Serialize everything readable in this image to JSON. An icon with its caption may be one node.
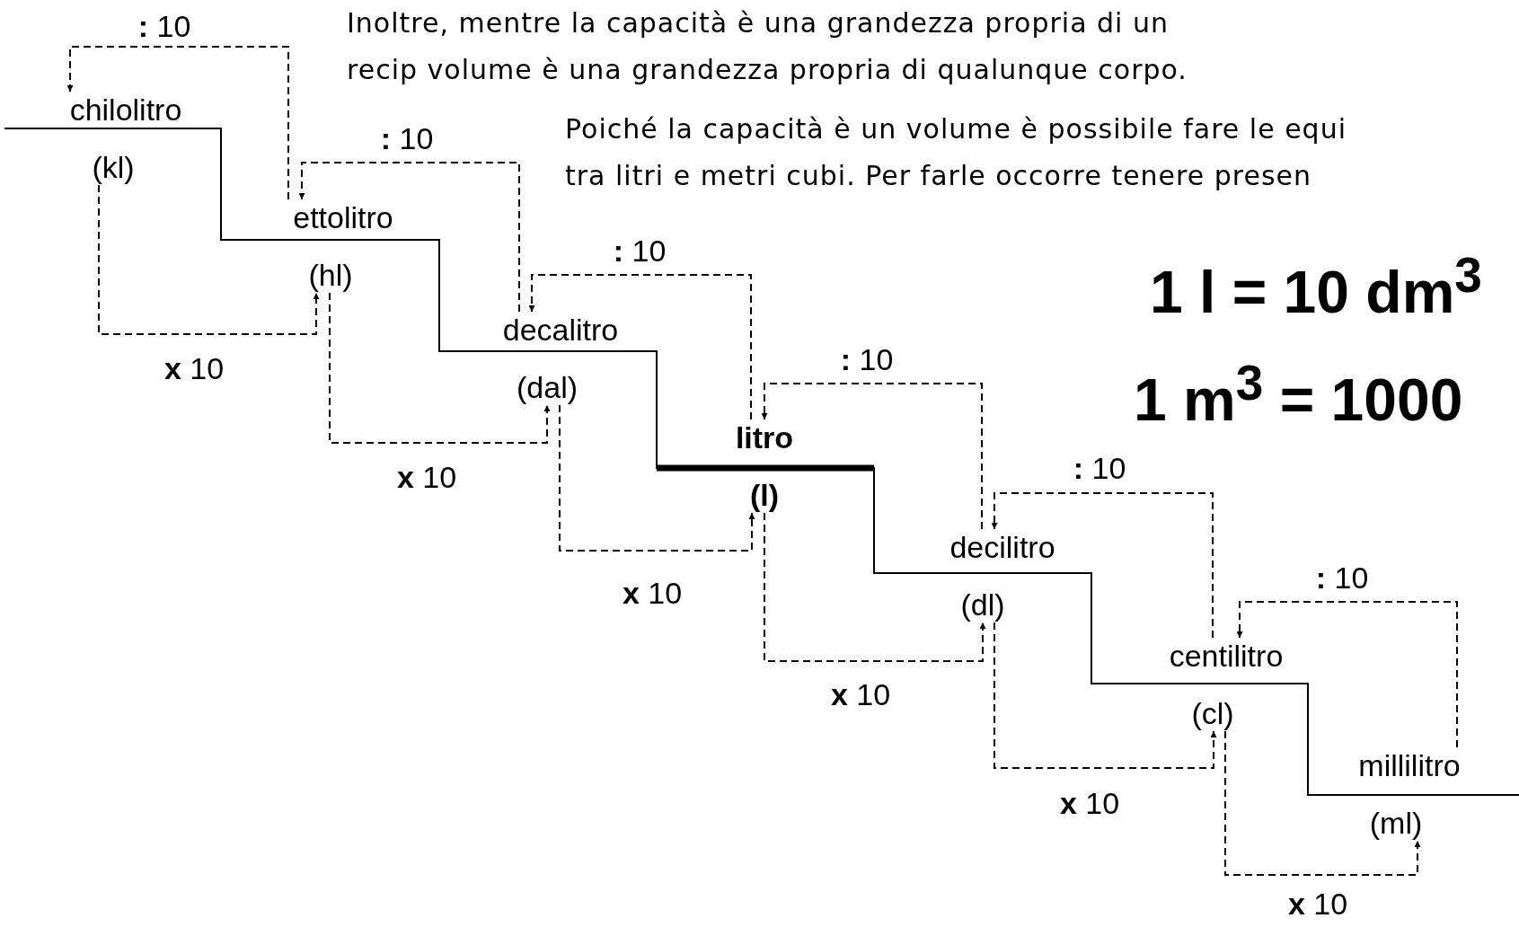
{
  "diagram": {
    "nodes": [
      {
        "text": [
          "chilolitro",
          "(kl)"
        ]
      },
      {
        "text": [
          "ettolitro",
          "(hl)"
        ]
      },
      {
        "text": [
          "decalitro",
          "(dal)"
        ]
      },
      {
        "text": [
          "litro",
          "(l)"
        ]
      },
      {
        "text": [
          "decilitro",
          "(dl)"
        ]
      },
      {
        "text": [
          "centilitro",
          "(cl)"
        ]
      },
      {
        "text": [
          "millilitro",
          "(ml)"
        ]
      }
    ],
    "edges": [
      {
        "from": 1,
        "to": 0,
        "arrow": "to",
        "label": "**:** 10",
        "style": "dashed"
      },
      {
        "from": 0,
        "to": 1,
        "arrow": "to",
        "label": "**x** 10",
        "style": "dashed"
      },
      {
        "from": 2,
        "to": 1,
        "arrow": "to",
        "label": "**:** 10",
        "style": "dashed"
      },
      {
        "from": 1,
        "to": 2,
        "arrow": "to",
        "label": "**x** 10",
        "style": "dashed"
      },
      {
        "from": 3,
        "to": 2,
        "arrow": "to",
        "label": "**:** 10",
        "style": "dashed"
      },
      {
        "from": 2,
        "to": 3,
        "arrow": "to",
        "label": "**x** 10",
        "style": "dashed"
      },
      {
        "from": 4,
        "to": 3,
        "arrow": "to",
        "label": "**:** 10",
        "style": "dashed"
      },
      {
        "from": 3,
        "to": 4,
        "arrow": "to",
        "label": "**x** 10",
        "style": "dashed"
      },
      {
        "from": 5,
        "to": 4,
        "arrow": "to",
        "label": "**:** 10",
        "style": "dashed"
      },
      {
        "from": 4,
        "to": 5,
        "arrow": "to",
        "label": "**x** 10",
        "style": "dashed"
      },
      {
        "from": 6,
        "to": 5,
        "arrow": "to",
        "label": "**:** 10",
        "style": "dashed"
      },
      {
        "from": 5,
        "to": 6,
        "arrow": "to",
        "label": "**x** 10",
        "style": "dashed"
      }
    ],
    "labels": [
      "Inoltre, mentre la capacità è una grandezza propria di un recip volume è una grandezza propria di qualunque corpo.",
      "Poiché la capacità è un volume è possibile fare le equi tra litri e metri cubi. Per farle occorre tenere presen",
      "1 l = 10 dm$^{3}$",
      "1 m$^{3}$ = 1000"
    ]
  }
}
